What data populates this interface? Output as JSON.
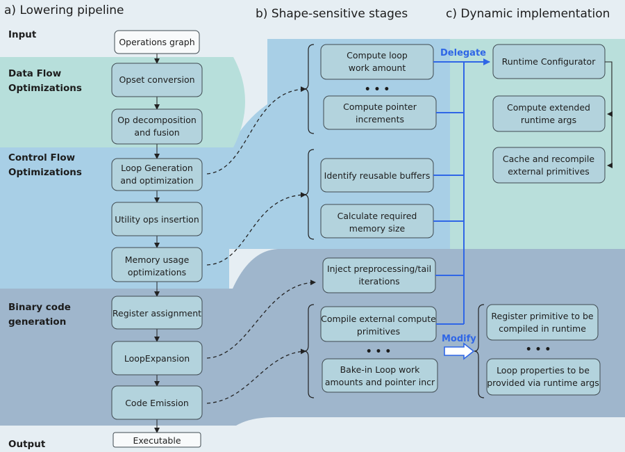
{
  "headings": {
    "a": "a) Lowering pipeline",
    "b": "b) Shape-sensitive stages",
    "c": "c) Dynamic implementation"
  },
  "sections": {
    "input": "Input",
    "dataflow": [
      "Data Flow",
      "Optimizations"
    ],
    "controlflow": [
      "Control Flow",
      "Optimizations"
    ],
    "binary": [
      "Binary code",
      "generation"
    ],
    "output": "Output"
  },
  "pipeline": {
    "operations_graph": [
      "Operations graph"
    ],
    "opset": [
      "Opset conversion"
    ],
    "decomp": [
      "Op decomposition",
      "and fusion"
    ],
    "loopgen": [
      "Loop Generation",
      "and optimization"
    ],
    "utility": [
      "Utility ops insertion"
    ],
    "memory": [
      "Memory usage",
      "optimizations"
    ],
    "register": [
      "Register assignment"
    ],
    "loopexp": [
      "LoopExpansion"
    ],
    "codeemit": [
      "Code Emission"
    ],
    "executable": [
      "Executable"
    ]
  },
  "stages": {
    "loopwork": [
      "Compute loop",
      "work amount"
    ],
    "pointer": [
      "Compute pointer",
      "increments"
    ],
    "reusable": [
      "Identify reusable buffers"
    ],
    "memsize": [
      "Calculate required",
      "memory size"
    ],
    "inject": [
      "Inject preprocessing/tail",
      "iterations"
    ],
    "compile": [
      "Compile external compute",
      "primitives"
    ],
    "bake": [
      "Bake-in Loop work",
      "amounts and pointer incr"
    ],
    "ellipsis": "• • •"
  },
  "dynamic": {
    "runtime_cfg": [
      "Runtime Configurator"
    ],
    "ext_args": [
      "Compute extended",
      "runtime args"
    ],
    "cache": [
      "Cache and recompile",
      "external primitives"
    ],
    "reg_prim": [
      "Register primitive to be",
      "compiled in runtime"
    ],
    "loop_props": [
      "Loop properties to be",
      "provided via runtime args"
    ],
    "ellipsis": "• • •"
  },
  "labels": {
    "delegate": "Delegate",
    "modify": "Modify"
  },
  "colors": {
    "page_bg": "#e6eef3",
    "dataflow_band": "#b7dfdb",
    "controlflow_band": "#a8cfe6",
    "binary_band": "#9fb6cc",
    "box_fill": "#b3d3dd",
    "accent_blue": "#2f66e6"
  }
}
